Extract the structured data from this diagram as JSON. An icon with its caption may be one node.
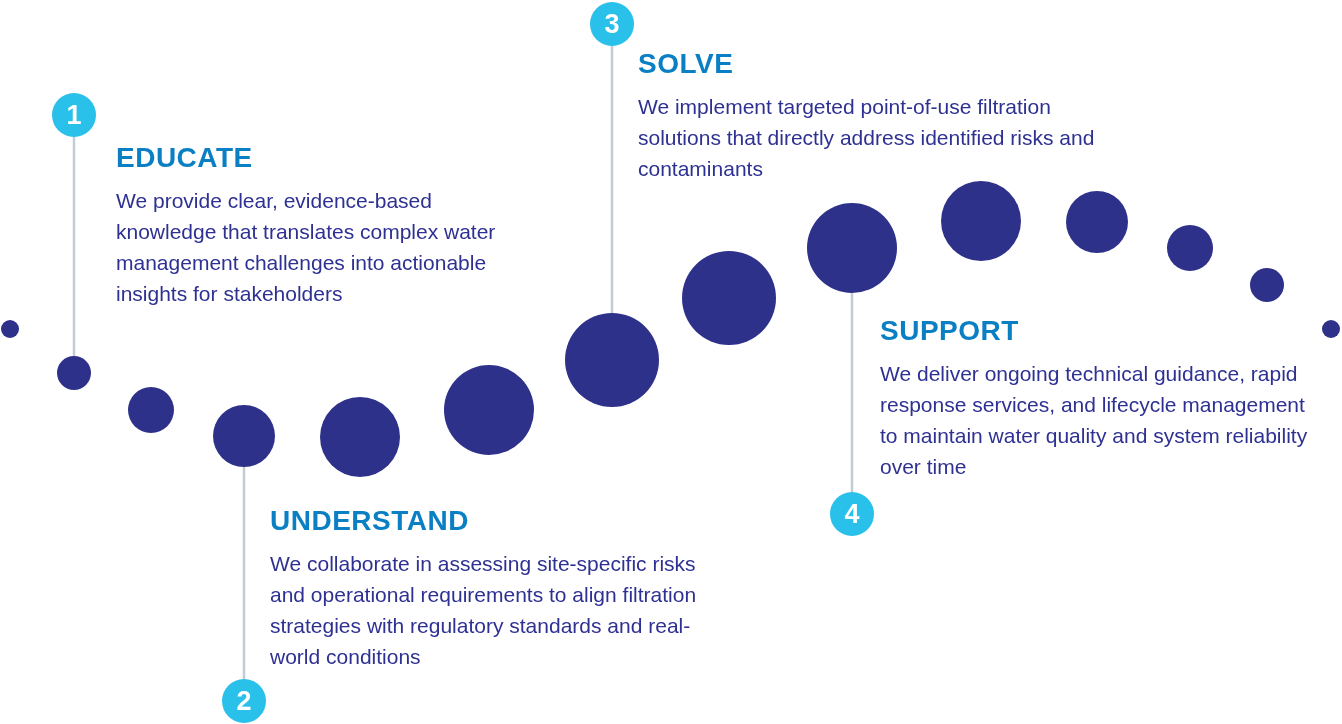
{
  "diagram": {
    "nodes": [
      {
        "text": [
          "1"
        ]
      },
      {
        "text": [
          "2"
        ]
      },
      {
        "text": [
          "3"
        ]
      },
      {
        "text": [
          "4"
        ]
      },
      {
        "text": [
          "EDUCATE",
          "We provide clear, evidence-based knowledge that translates complex water management challenges into actionable insights for stakeholders"
        ]
      },
      {
        "text": [
          "SOLVE",
          "We implement targeted point-of-use filtration solutions that directly address identified risks and contaminants"
        ]
      },
      {
        "text": [
          "SUPPORT",
          "We deliver ongoing technical guidance, rapid response services, and lifecycle management to maintain water quality and system reliability over time"
        ]
      },
      {
        "text": [
          "UNDERSTAND",
          "We collaborate in assessing site-specific risks and operational requirements to align filtration strategies with regulatory standards and real-world conditions"
        ]
      },
      {
        "text": [],
        "shape": "circle"
      },
      {
        "text": [],
        "shape": "circle"
      },
      {
        "text": [],
        "shape": "circle"
      },
      {
        "text": [],
        "shape": "circle"
      },
      {
        "text": [],
        "shape": "circle"
      },
      {
        "text": [],
        "shape": "circle"
      },
      {
        "text": [],
        "shape": "circle"
      },
      {
        "text": [],
        "shape": "circle"
      },
      {
        "text": [],
        "shape": "circle"
      },
      {
        "text": [],
        "shape": "circle"
      },
      {
        "text": [],
        "shape": "circle"
      },
      {
        "text": [],
        "shape": "circle"
      },
      {
        "text": [],
        "shape": "circle"
      },
      {
        "text": [],
        "shape": "circle"
      }
    ],
    "edges": [
      {
        "from": 0,
        "to": 9,
        "arrow": "none"
      },
      {
        "from": 1,
        "to": 11,
        "arrow": "none"
      },
      {
        "from": 2,
        "to": 14,
        "arrow": "none"
      },
      {
        "from": 3,
        "to": 16,
        "arrow": "none"
      }
    ]
  }
}
